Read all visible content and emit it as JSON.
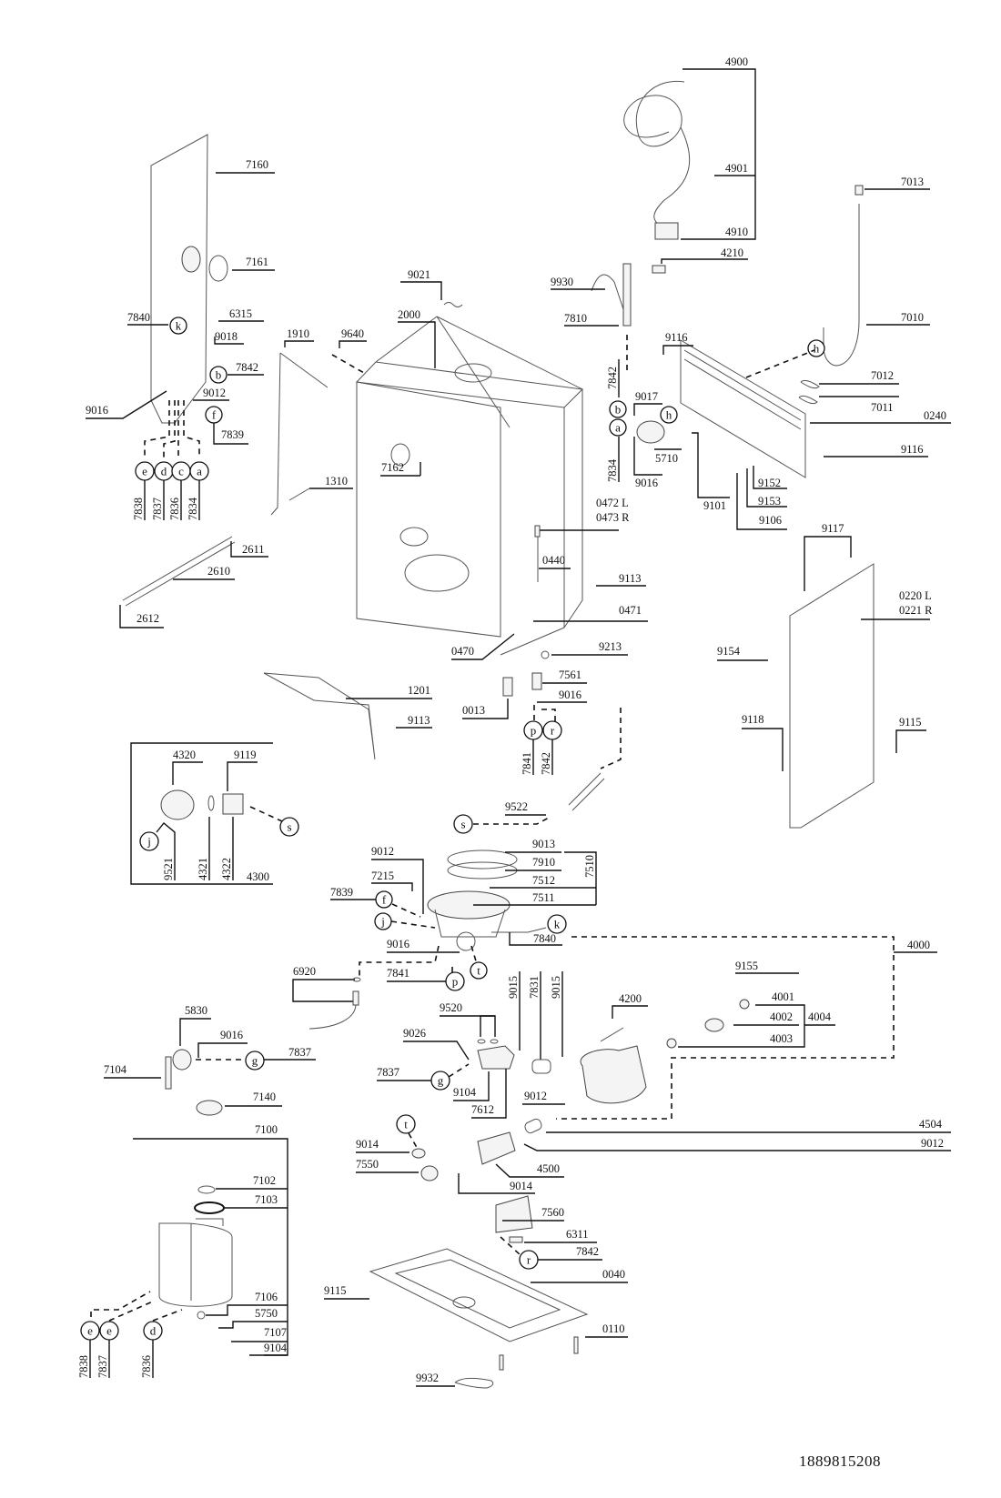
{
  "document": {
    "type": "exploded parts diagram",
    "subject": "built-in dishwasher — tub, base, pump and hydraulic assemblies",
    "document_number": "1889815208"
  },
  "labels": {
    "l4900": "4900",
    "l4901": "4901",
    "l4910": "4910",
    "l4210": "4210",
    "l7013": "7013",
    "l7010": "7010",
    "l7160": "7160",
    "l7161": "7161",
    "l6315": "6315",
    "l7840a": "7840",
    "l9018": "9018",
    "l7842a": "7842",
    "l9012a": "9012",
    "l9016a": "9016",
    "l7839a": "7839",
    "l7838a": "7838",
    "l7837a": "7837",
    "l7836a": "7836",
    "l7834a": "7834",
    "l9021": "9021",
    "l9930": "9930",
    "l2000": "2000",
    "l1910": "1910",
    "l9640": "9640",
    "l7810": "7810",
    "l7842b": "7842",
    "l9116a": "9116",
    "l9017": "9017",
    "l5710": "5710",
    "l9016b": "9016",
    "l7834b": "7834",
    "l7012": "7012",
    "l7011": "7011",
    "l0240": "0240",
    "l9116b": "9116",
    "l9101": "9101",
    "l9152": "9152",
    "l9153": "9153",
    "l9106": "9106",
    "l1310": "1310",
    "l7162": "7162",
    "l0472": "0472 L",
    "l0473": "0473 R",
    "l2611": "2611",
    "l2610": "2610",
    "l2612": "2612",
    "l0440": "0440",
    "l9113a": "9113",
    "l0471": "0471",
    "l0470": "0470",
    "l9213": "9213",
    "l7561": "7561",
    "l9016c": "9016",
    "l0013": "0013",
    "l7841a": "7841",
    "l7842c": "7842",
    "l9117": "9117",
    "l0220": "0220 L",
    "l0221": "0221 R",
    "l9154": "9154",
    "l9118": "9118",
    "l9115a": "9115",
    "l1201": "1201",
    "l9113b": "9113",
    "l4320": "4320",
    "l9119": "9119",
    "l9521": "9521",
    "l4321": "4321",
    "l4322": "4322",
    "l4300": "4300",
    "l9522": "9522",
    "l9012b": "9012",
    "l7215": "7215",
    "l7839b": "7839",
    "l9013": "9013",
    "l7910": "7910",
    "l7512": "7512",
    "l7511": "7511",
    "l7510": "7510",
    "l7840b": "7840",
    "l9016d": "9016",
    "l7841b": "7841",
    "l4000": "4000",
    "l6920": "6920",
    "l9155": "9155",
    "l4001": "4001",
    "l4002": "4002",
    "l4003": "4003",
    "l4004": "4004",
    "l5830": "5830",
    "l9016e": "9016",
    "l7837b": "7837",
    "l7104": "7104",
    "l9520": "9520",
    "l9026": "9026",
    "l7837c": "7837",
    "l9104a": "9104",
    "l7612": "7612",
    "l9015a": "9015",
    "l7831": "7831",
    "l9015b": "9015",
    "l4200": "4200",
    "l9012c": "9012",
    "l4504": "4504",
    "l9012d": "9012",
    "l4500": "4500",
    "l7140": "7140",
    "l9014a": "9014",
    "l7550": "7550",
    "l9014b": "9014",
    "l7100": "7100",
    "l7102": "7102",
    "l7103": "7103",
    "l7560": "7560",
    "l6311": "6311",
    "l7842d": "7842",
    "l0040": "0040",
    "l9115b": "9115",
    "l0110": "0110",
    "l7106": "7106",
    "l5750": "5750",
    "l7107": "7107",
    "l9104b": "9104",
    "l7838b": "7838",
    "l7837d": "7837",
    "l7836b": "7836",
    "l9932": "9932"
  },
  "callouts": {
    "k": "k",
    "b": "b",
    "f": "f",
    "e": "e",
    "d": "d",
    "c": "c",
    "a": "a",
    "h": "h",
    "p": "p",
    "r": "r",
    "j": "j",
    "s": "s",
    "t": "t",
    "g": "g"
  }
}
